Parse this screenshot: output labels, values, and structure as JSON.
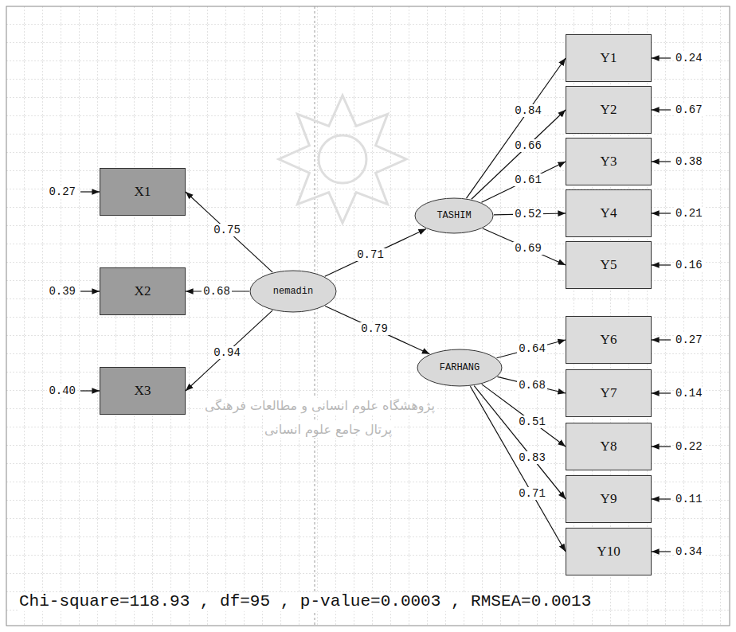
{
  "diagram": {
    "nodes": [
      {
        "text": [
          "X1"
        ]
      },
      {
        "text": [
          "X2"
        ]
      },
      {
        "text": [
          "X3"
        ]
      },
      {
        "text": [
          "nemadin"
        ]
      },
      {
        "text": [
          "TASHIM"
        ]
      },
      {
        "text": [
          "FARHANG"
        ]
      },
      {
        "text": [
          "Y1"
        ]
      },
      {
        "text": [
          "Y2"
        ]
      },
      {
        "text": [
          "Y3"
        ]
      },
      {
        "text": [
          "Y4"
        ]
      },
      {
        "text": [
          "Y5"
        ]
      },
      {
        "text": [
          "Y6"
        ]
      },
      {
        "text": [
          "Y7"
        ]
      },
      {
        "text": [
          "Y8"
        ]
      },
      {
        "text": [
          "Y9"
        ]
      },
      {
        "text": [
          "Y10"
        ]
      }
    ],
    "edges": [
      {
        "from": 3,
        "to": 0,
        "arrow": "to",
        "label": "0.75"
      },
      {
        "from": 3,
        "to": 1,
        "arrow": "to",
        "label": "0.68"
      },
      {
        "from": 3,
        "to": 2,
        "arrow": "to",
        "label": "0.94"
      },
      {
        "from": 3,
        "to": 4,
        "arrow": "to",
        "label": "0.71"
      },
      {
        "from": 3,
        "to": 5,
        "arrow": "to",
        "label": "0.79"
      },
      {
        "from": 4,
        "to": 6,
        "arrow": "to",
        "label": "0.84"
      },
      {
        "from": 4,
        "to": 7,
        "arrow": "to",
        "label": "0.66"
      },
      {
        "from": 4,
        "to": 8,
        "arrow": "to",
        "label": "0.61"
      },
      {
        "from": 4,
        "to": 9,
        "arrow": "to",
        "label": "0.52"
      },
      {
        "from": 4,
        "to": 10,
        "arrow": "to",
        "label": "0.69"
      },
      {
        "from": 5,
        "to": 11,
        "arrow": "to",
        "label": "0.64"
      },
      {
        "from": 5,
        "to": 12,
        "arrow": "to",
        "label": "0.68"
      },
      {
        "from": 5,
        "to": 13,
        "arrow": "to",
        "label": "0.51"
      },
      {
        "from": 5,
        "to": 14,
        "arrow": "to",
        "label": "0.83"
      },
      {
        "from": 5,
        "to": 15,
        "arrow": "to",
        "label": "0.71"
      }
    ],
    "labels": [
      "0.27",
      "0.39",
      "0.40",
      "0.24",
      "0.67",
      "0.38",
      "0.21",
      "0.16",
      "0.27",
      "0.14",
      "0.22",
      "0.11",
      "0.34",
      "Chi-square=118.93 , df=95 , p-value=0.0003 , RMSEA=0.0013",
      "پژوهشگاه علوم انسانی و مطالعات فرهنگی",
      "پرتال جامع علوم انسانی"
    ]
  }
}
